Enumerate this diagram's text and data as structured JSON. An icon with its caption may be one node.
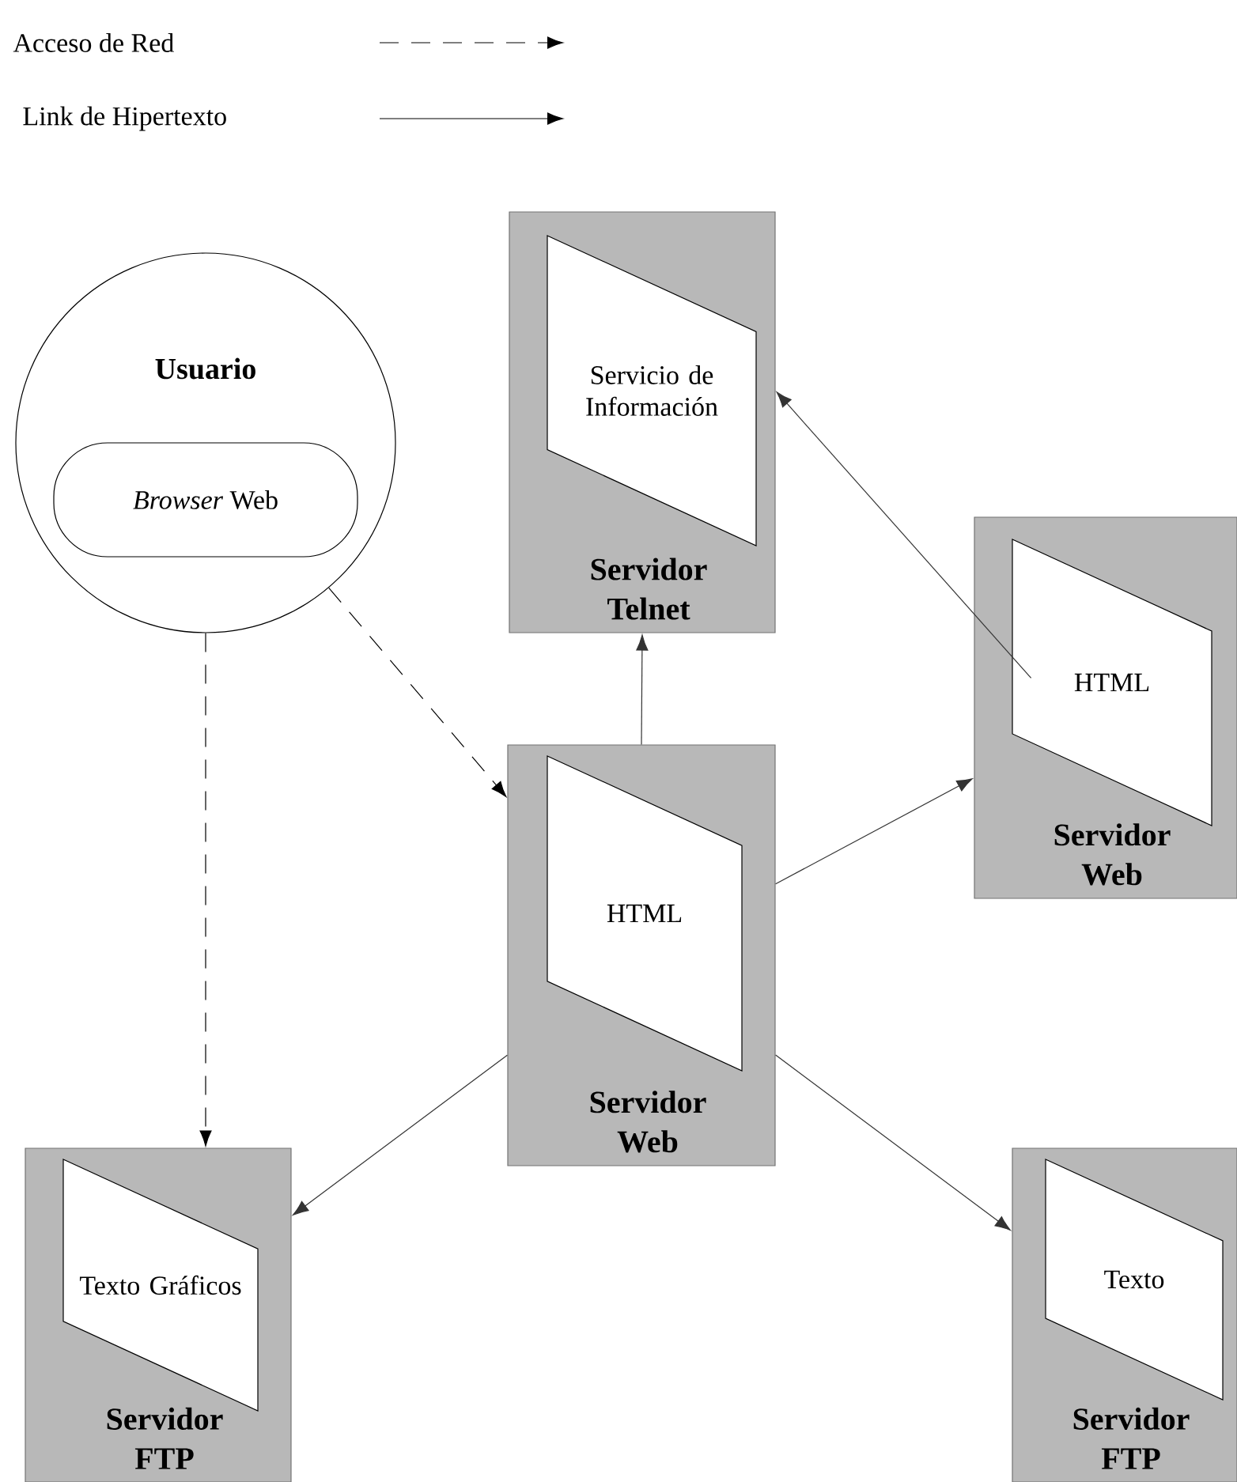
{
  "diagram": {
    "nodes": [
      {
        "text": [
          "Usuario"
        ]
      },
      {
        "text": [
          "*Browser* Web"
        ],
        "in": 0
      },
      {
        "text": [
          "Servidor Telnet"
        ]
      },
      {
        "text": [
          "Servicio de Información"
        ],
        "in": 2
      },
      {
        "text": [
          "Servidor Web"
        ]
      },
      {
        "text": [
          "HTML"
        ],
        "in": 4
      },
      {
        "text": [
          "Servidor Web"
        ]
      },
      {
        "text": [
          "HTML"
        ],
        "in": 6
      },
      {
        "text": [
          "Servidor FTP"
        ]
      },
      {
        "text": [
          "Texto Gráficos"
        ],
        "in": 8
      },
      {
        "text": [
          "Servidor FTP"
        ]
      },
      {
        "text": [
          "Texto"
        ],
        "in": 10
      }
    ],
    "edges": [
      {
        "from": 0,
        "to": 6,
        "arrow": "to",
        "style": "dashed"
      },
      {
        "from": 0,
        "to": 8,
        "arrow": "to",
        "style": "dashed"
      },
      {
        "from": 6,
        "to": 2,
        "arrow": "to"
      },
      {
        "from": 6,
        "to": 4,
        "arrow": "to"
      },
      {
        "from": 6,
        "to": 8,
        "arrow": "to"
      },
      {
        "from": 6,
        "to": 10,
        "arrow": "to"
      },
      {
        "from": 5,
        "to": 3,
        "arrow": "to"
      }
    ],
    "legend": [
      {
        "text": "Acceso de Red"
      },
      {
        "text": "Link de Hipertexto"
      }
    ]
  }
}
